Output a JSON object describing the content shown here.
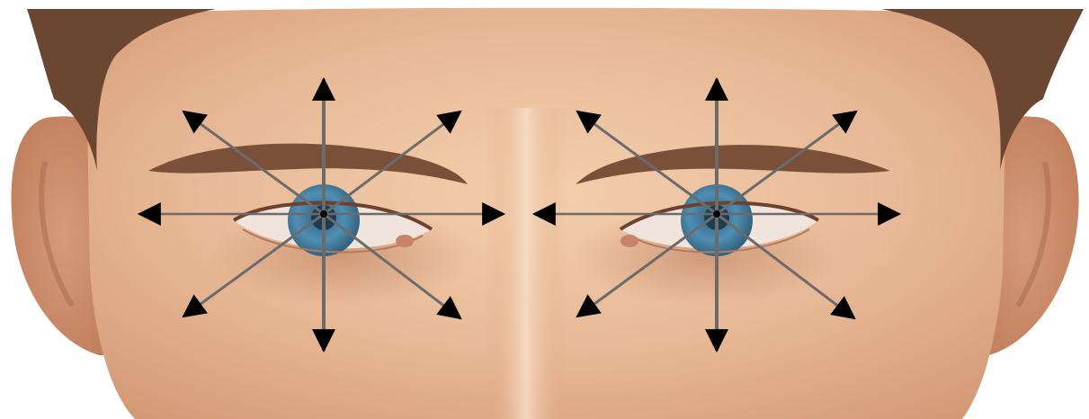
{
  "image": {
    "subject": "cropped face",
    "overlays": [
      "left-eye-direction-arrows",
      "right-eye-direction-arrows"
    ],
    "arrow_directions": [
      "up",
      "up-right",
      "right",
      "down-right",
      "down",
      "down-left",
      "left",
      "up-left"
    ],
    "colors": {
      "background": "#ffffff",
      "skin": "#e8b996",
      "skin_shadow": "#c98d6b",
      "hair": "#6b4631",
      "brow": "#7a5039",
      "iris": "#4f8fb3",
      "arrow": "#000000",
      "arrow_shaft": "#6b6b6b"
    }
  }
}
